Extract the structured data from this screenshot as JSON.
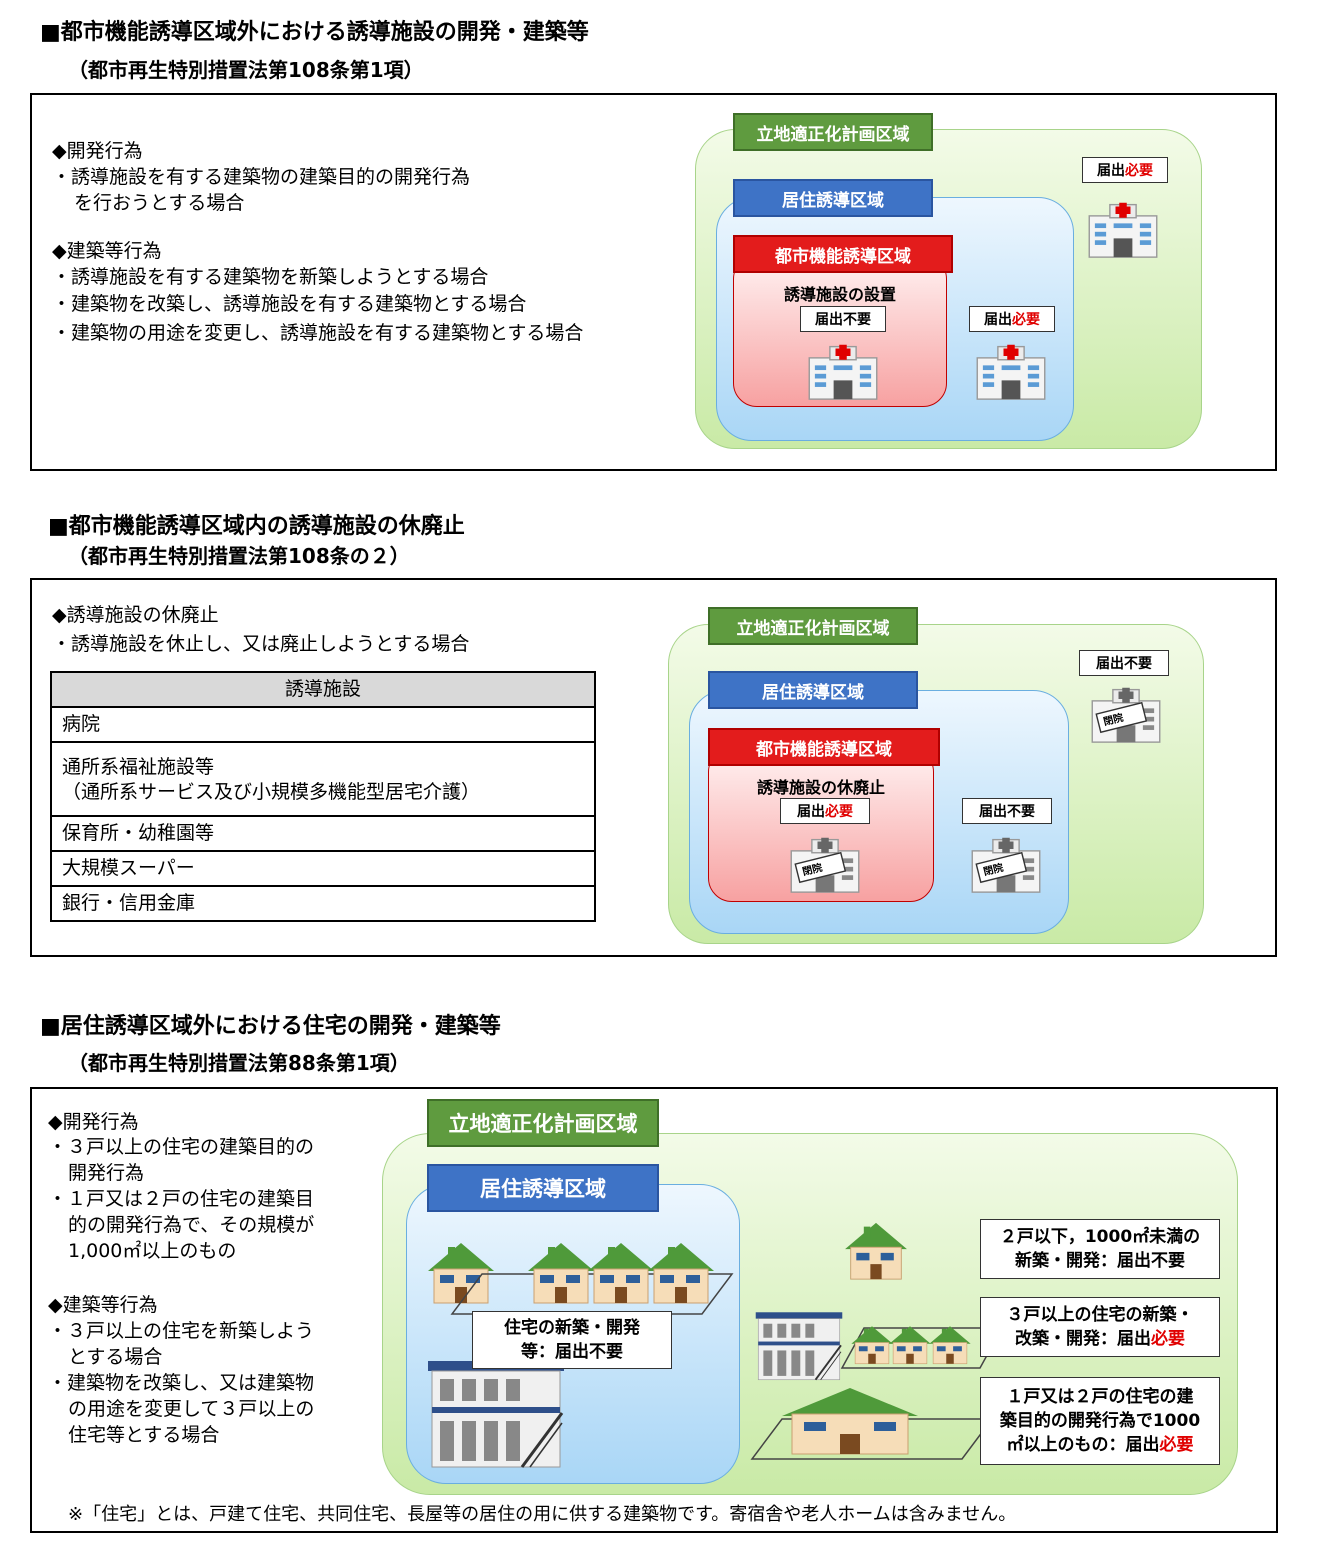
{
  "section1": {
    "title": "■都市機能誘導区域外における誘導施設の開発・建築等",
    "subtitle": "（都市再生特別措置法第108条第1項）",
    "dev_heading": "◆開発行為",
    "dev_item1_line1": "・誘導施設を有する建築物の建築目的の開発行為",
    "dev_item1_line2": "を行おうとする場合",
    "build_heading": "◆建築等行為",
    "build_item1": "・誘導施設を有する建築物を新築しようとする場合",
    "build_item2": "・建築物を改築し、誘導施設を有する建築物とする場合",
    "build_item3": "・建築物の用途を変更し、誘導施設を有する建築物とする場合",
    "diagram": {
      "zone_plan": "立地適正化計画区域",
      "zone_residential": "居住誘導区域",
      "zone_urban": "都市機能誘導区域",
      "urban_caption": "誘導施設の設置",
      "notice_urban": "届出不要",
      "notice_res_prefix": "届出",
      "notice_res_suffix": "必要",
      "notice_out_prefix": "届出",
      "notice_out_suffix": "必要"
    }
  },
  "section2": {
    "title": "■都市機能誘導区域内の誘導施設の休廃止",
    "subtitle": "（都市再生特別措置法第108条の２）",
    "heading": "◆誘導施設の休廃止",
    "item1": "・誘導施設を休止し、又は廃止しようとする場合",
    "table_header": "誘導施設",
    "table_rows": [
      "病院",
      "通所系福祉施設等",
      "（通所系サービス及び小規模多機能型居宅介護）",
      "保育所・幼稚園等",
      "大規模スーパー",
      "銀行・信用金庫"
    ],
    "diagram": {
      "zone_plan": "立地適正化計画区域",
      "zone_residential": "居住誘導区域",
      "zone_urban": "都市機能誘導区域",
      "urban_caption": "誘導施設の休廃止",
      "notice_urban_prefix": "届出",
      "notice_urban_suffix": "必要",
      "notice_res": "届出不要",
      "notice_out": "届出不要",
      "closed_sign": "閉院"
    }
  },
  "section3": {
    "title": "■居住誘導区域外における住宅の開発・建築等",
    "subtitle": "（都市再生特別措置法第88条第1項）",
    "dev_heading": "◆開発行為",
    "dev_lines": [
      "・３戸以上の住宅の建築目的の",
      "開発行為",
      "・１戸又は２戸の住宅の建築目",
      "的の開発行為で、その規模が",
      "1,000㎡以上のもの"
    ],
    "build_heading": "◆建築等行為",
    "build_lines": [
      "・３戸以上の住宅を新築しよう",
      "とする場合",
      "・建築物を改築し、又は建築物",
      "の用途を変更して３戸以上の",
      "住宅等とする場合"
    ],
    "diagram": {
      "zone_plan": "立地適正化計画区域",
      "zone_residential": "居住誘導区域",
      "inside_line1": "住宅の新築・開発",
      "inside_line2": "等：届出不要",
      "box1_line1": "２戸以下，1000㎡未満の",
      "box1_line2": "新築・開発：届出不要",
      "box2_line1": "３戸以上の住宅の新築・",
      "box2_line2_prefix": "改築・開発：届出",
      "box2_line2_suffix": "必要",
      "box3_line1": "１戸又は２戸の住宅の建",
      "box3_line2": "築目的の開発行為で1000",
      "box3_line3_prefix": "㎡以上のもの：届出",
      "box3_line3_suffix": "必要"
    },
    "footnote": "※「住宅」とは、戸建て住宅、共同住宅、長屋等の居住の用に供する建築物です。寄宿舎や老人ホームは含みません。"
  },
  "colors": {
    "plan_zone": "#c9eaa6",
    "residential_zone": "#a9d6f6",
    "urban_zone": "#f7a1a1",
    "required": "#e00000"
  }
}
